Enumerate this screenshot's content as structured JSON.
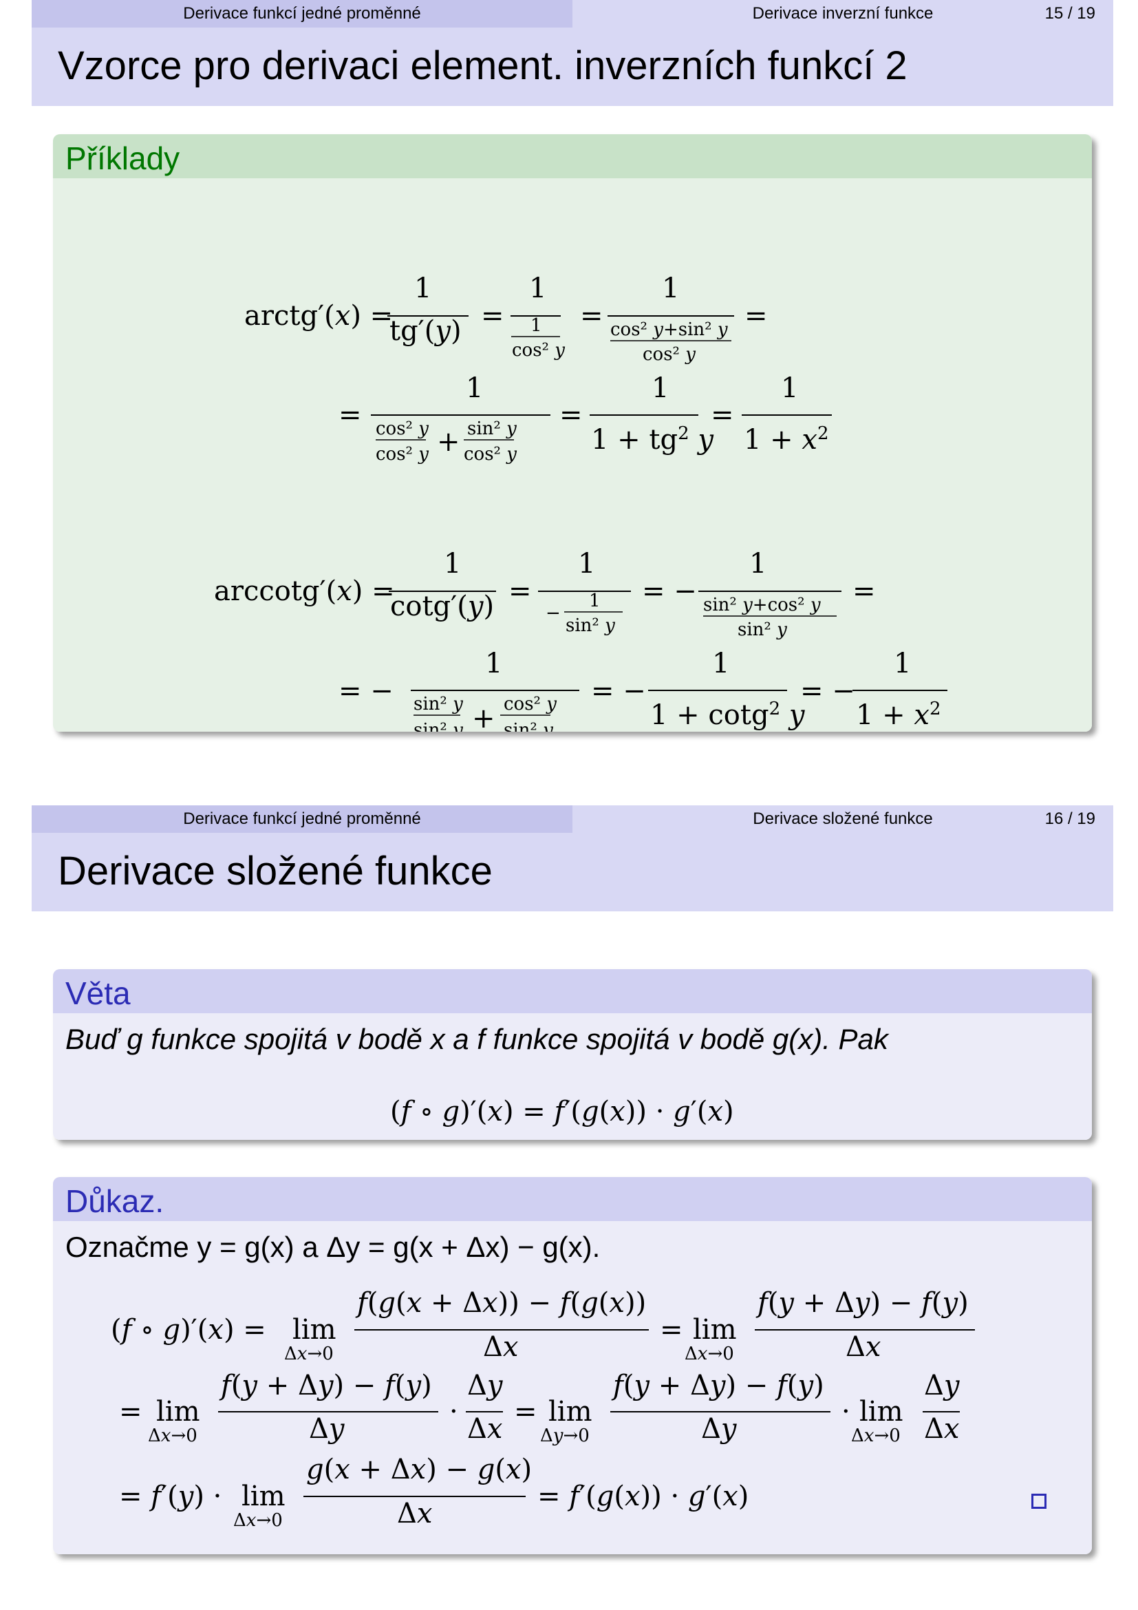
{
  "slide1": {
    "section": "Derivace funkcí jedné proměnné",
    "subsection": "Derivace inverzní funkce",
    "page": "15 / 19",
    "title": "Vzorce pro derivaci element. inverzních funkcí 2",
    "block_title": "Příklady"
  },
  "slide2": {
    "section": "Derivace funkcí jedné proměnné",
    "subsection": "Derivace složené funkce",
    "page": "16 / 19",
    "title": "Derivace složené funkce",
    "theorem_title": "Věta",
    "theorem_text": "Buď g funkce spojitá v bodě x a f funkce spojitá v bodě g(x). Pak",
    "proof_title": "Důkaz.",
    "proof_intro": "Označme y = g(x) a Δy = g(x + Δx) − g(x)."
  },
  "colors": {
    "header_dark": "#c4c4ec",
    "header_light": "#d8d8f4",
    "example_title": "#007700",
    "theorem_title": "#2b2bb4"
  }
}
